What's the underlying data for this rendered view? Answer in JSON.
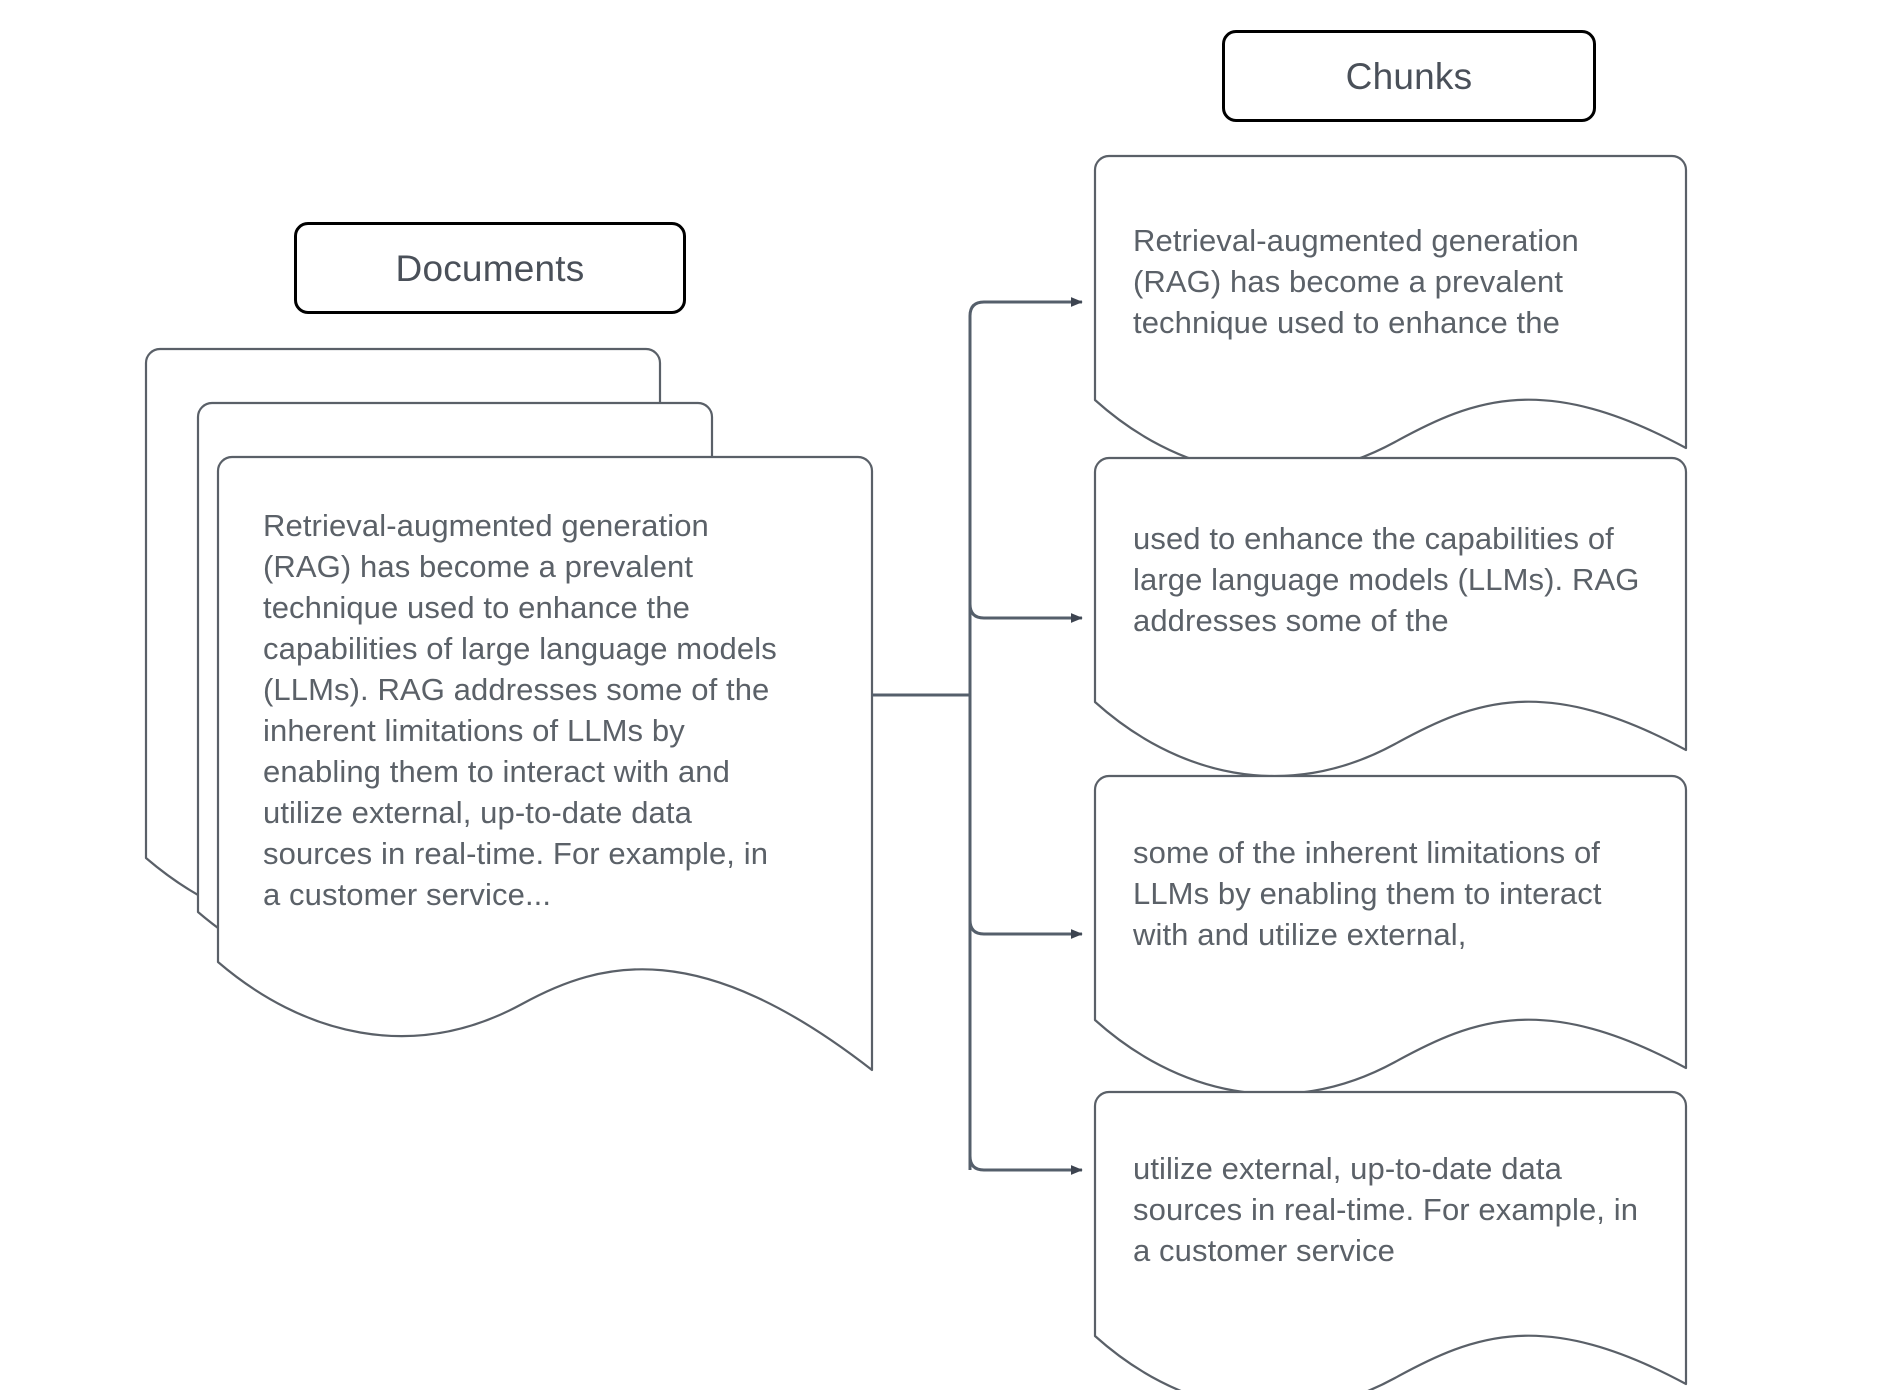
{
  "diagram": {
    "type": "flow-diagram",
    "title": "Document chunking for RAG",
    "background_color": "#ffffff",
    "shape_stroke_color": "#5a6068",
    "title_box_stroke_color": "#000000",
    "text_color": "#5b6168",
    "connector_color": "#555f6b"
  },
  "documents": {
    "label": "Documents",
    "icon": "document-stack-icon",
    "sheet_count": 3,
    "text": "Retrieval-augmented generation\n(RAG) has become a prevalent\ntechnique used to enhance the\ncapabilities of large language models\n(LLMs). RAG addresses some of the\ninherent limitations of LLMs by\nenabling them to interact with and\nutilize external, up-to-date data\nsources in real-time. For example, in\na customer service..."
  },
  "chunks": {
    "label": "Chunks",
    "count": 4,
    "items": [
      {
        "id": "chunk-1",
        "text": "Retrieval-augmented generation\n(RAG) has become a prevalent\ntechnique used to enhance the"
      },
      {
        "id": "chunk-2",
        "text": "used to enhance the capabilities of\nlarge language models (LLMs). RAG\naddresses some of the"
      },
      {
        "id": "chunk-3",
        "text": "some of the inherent limitations of\nLLMs by enabling them to interact\nwith and utilize external,"
      },
      {
        "id": "chunk-4",
        "text": "utilize external, up-to-date data\nsources in real-time. For example, in\na customer service"
      }
    ]
  },
  "connectors": {
    "icon": "arrow-right-icon",
    "count": 4,
    "description": "Branching elbow connectors from the document stack to each chunk"
  }
}
